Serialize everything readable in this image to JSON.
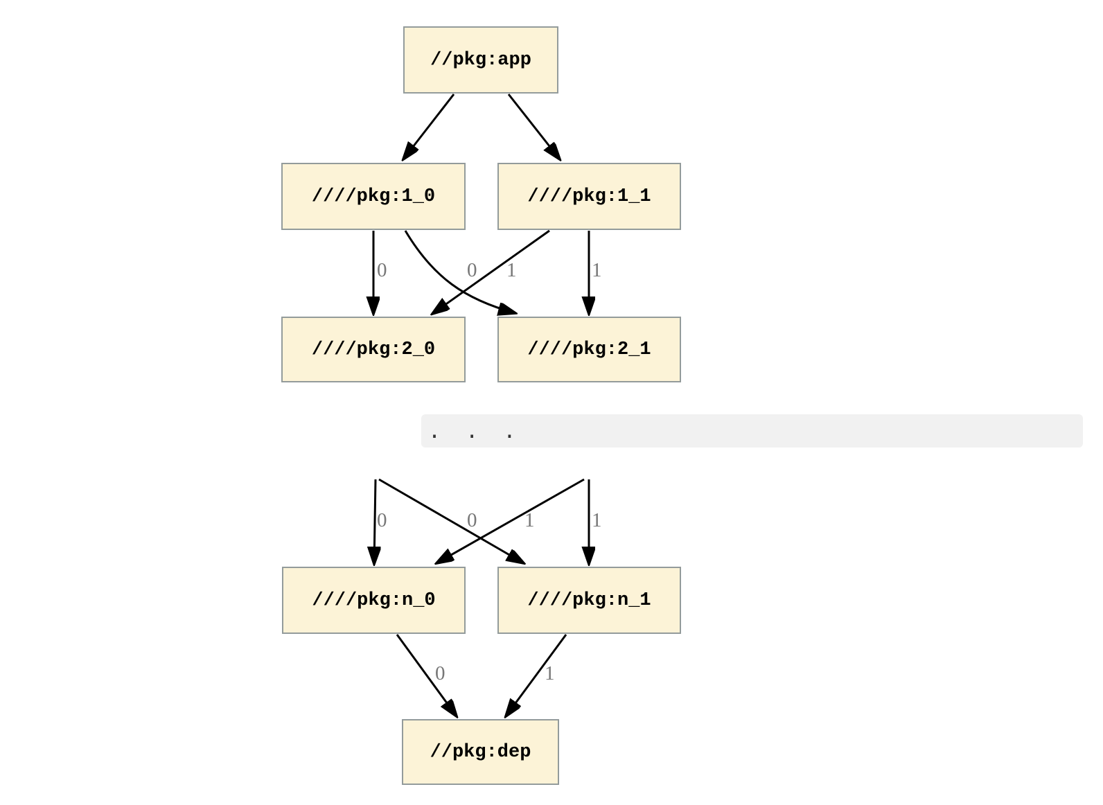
{
  "diagram": {
    "type": "dependency-graph",
    "nodes": {
      "app": {
        "label": "//pkg:app"
      },
      "v1_0": {
        "label": "////pkg:1_0"
      },
      "v1_1": {
        "label": "////pkg:1_1"
      },
      "v2_0": {
        "label": "////pkg:2_0"
      },
      "v2_1": {
        "label": "////pkg:2_1"
      },
      "vn_0": {
        "label": "////pkg:n_0"
      },
      "vn_1": {
        "label": "////pkg:n_1"
      },
      "dep": {
        "label": "//pkg:dep"
      }
    },
    "edges": [
      {
        "from": "//pkg:app",
        "to": "////pkg:1_0",
        "label": ""
      },
      {
        "from": "//pkg:app",
        "to": "////pkg:1_1",
        "label": ""
      },
      {
        "from": "////pkg:1_0",
        "to": "////pkg:2_0",
        "label": "0"
      },
      {
        "from": "////pkg:1_0",
        "to": "////pkg:2_1",
        "label": "0"
      },
      {
        "from": "////pkg:1_1",
        "to": "////pkg:2_0",
        "label": "1"
      },
      {
        "from": "////pkg:1_1",
        "to": "////pkg:2_1",
        "label": "1"
      },
      {
        "from": ". . .",
        "to": "////pkg:n_0",
        "label": "0"
      },
      {
        "from": ". . .",
        "to": "////pkg:n_1",
        "label": "0"
      },
      {
        "from": ". . .",
        "to": "////pkg:n_0",
        "label": "1"
      },
      {
        "from": ". . .",
        "to": "////pkg:n_1",
        "label": "1"
      },
      {
        "from": "////pkg:n_0",
        "to": "//pkg:dep",
        "label": "0"
      },
      {
        "from": "////pkg:n_1",
        "to": "//pkg:dep",
        "label": "1"
      }
    ],
    "ellipsis_text": ".  .  ."
  },
  "colors": {
    "background": "#ffffff",
    "node_fill": "#fcf3d7",
    "node_border": "#939b9b",
    "node_text": "#000000",
    "edge": "#000000",
    "edge_label": "#777777",
    "ellipsis_bg": "#f1f1f1",
    "ellipsis_dots": "#333333"
  }
}
